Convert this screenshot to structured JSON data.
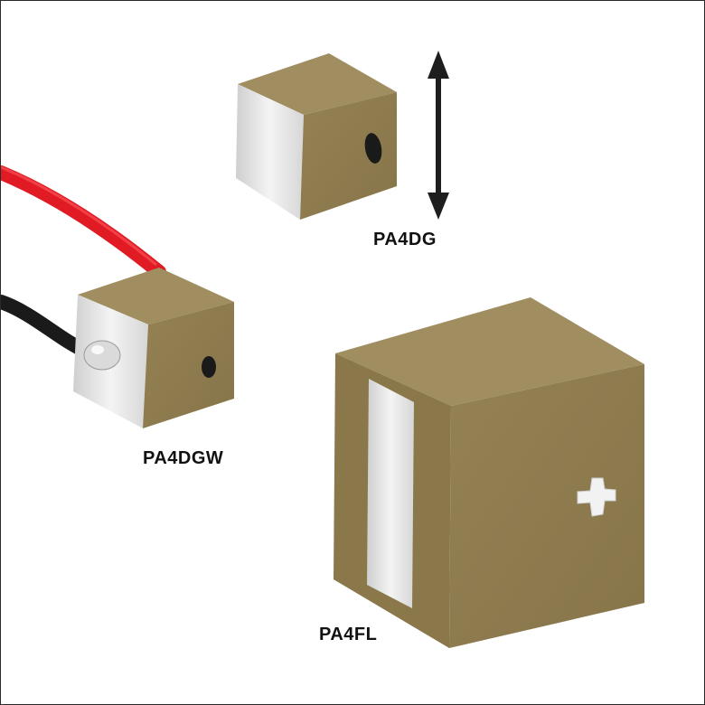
{
  "labels": {
    "pa4dg": "PA4DG",
    "pa4dgw": "PA4DGW",
    "pa4fl": "PA4FL"
  },
  "colors": {
    "background": "#ffffff",
    "ceramic_top": "#9f8d5e",
    "ceramic_front": "#8c7a4c",
    "ceramic_side": "#7e6c40",
    "electrode": "#e4e4e4",
    "wire_red": "#e01b24",
    "wire_black": "#1a1a1a",
    "arrow": "#1e1e1e"
  },
  "icons": {
    "arrow": "double-headed-vertical-arrow-icon"
  }
}
